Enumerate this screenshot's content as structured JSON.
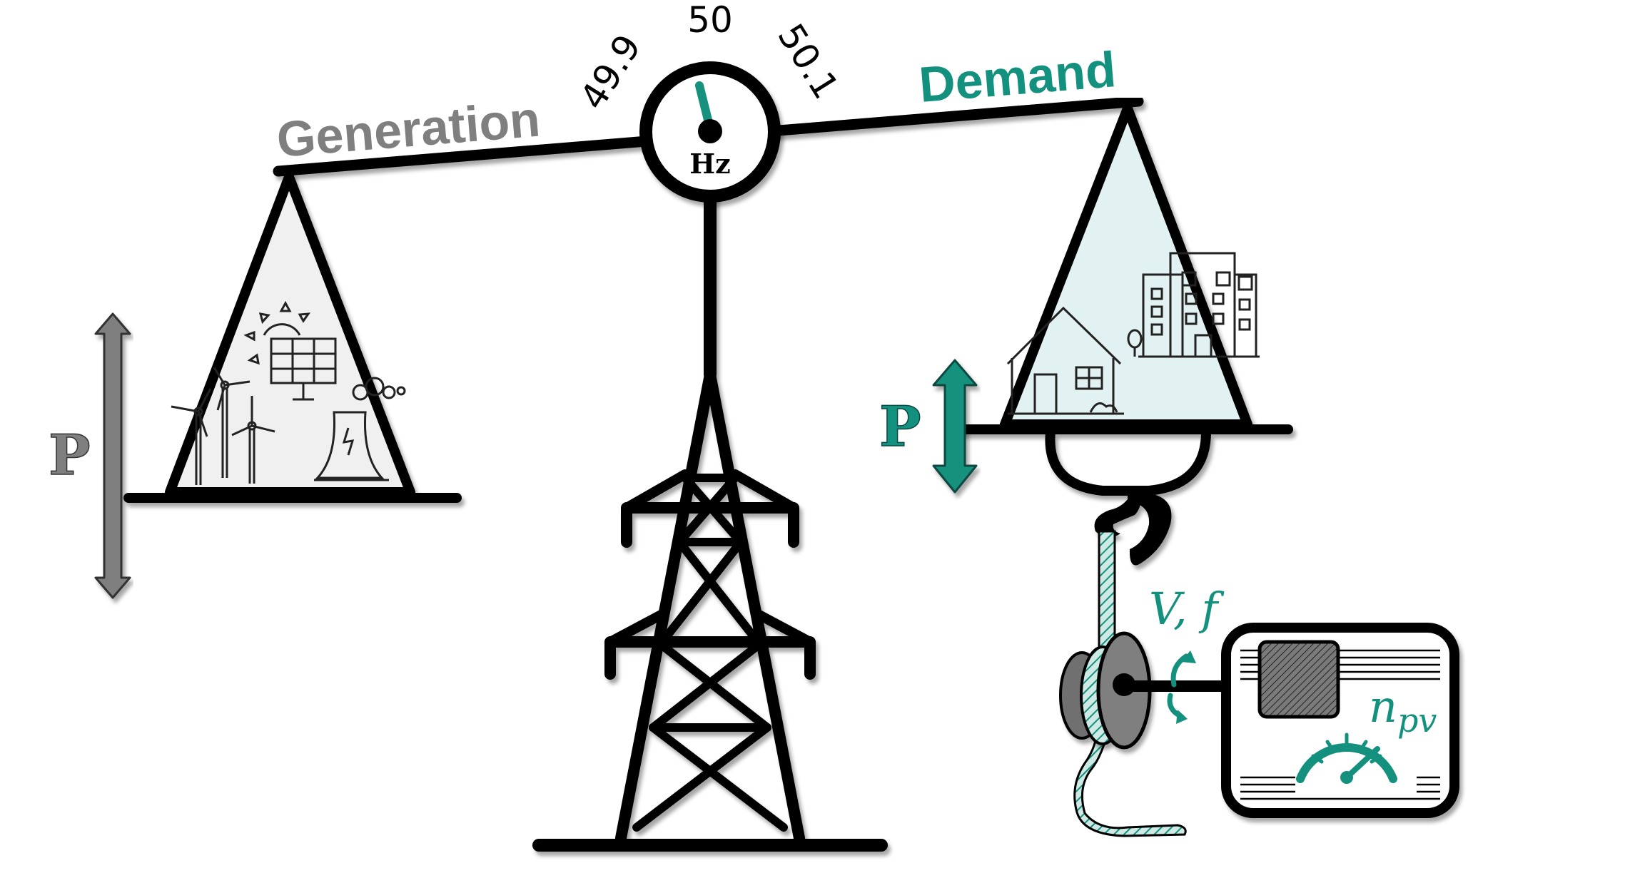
{
  "labels": {
    "generation": "Generation",
    "demand": "Demand",
    "power_left": "P",
    "power_right": "P",
    "gauge_unit": "Hz",
    "gauge_ticks": [
      "49.9",
      "50",
      "50.1"
    ],
    "voltage_frequency": "V, f",
    "speed": "n",
    "speed_sub": "pv"
  },
  "colors": {
    "teal": "#14917e",
    "gray": "#7f7f7f",
    "ink": "#000000",
    "gen_fill": "#f0f0f0",
    "dem_fill": "#e2f1f1"
  },
  "icons": {
    "generation": [
      "wind-turbine-icon",
      "solar-panel-icon",
      "sun-icon",
      "power-plant-icon"
    ],
    "demand": [
      "house-icon",
      "apartment-building-icon",
      "tree-icon"
    ],
    "center": [
      "transmission-tower-icon",
      "frequency-gauge-icon"
    ],
    "machine": [
      "pulley-icon",
      "motor-icon",
      "speedometer-icon",
      "hook-icon"
    ]
  }
}
